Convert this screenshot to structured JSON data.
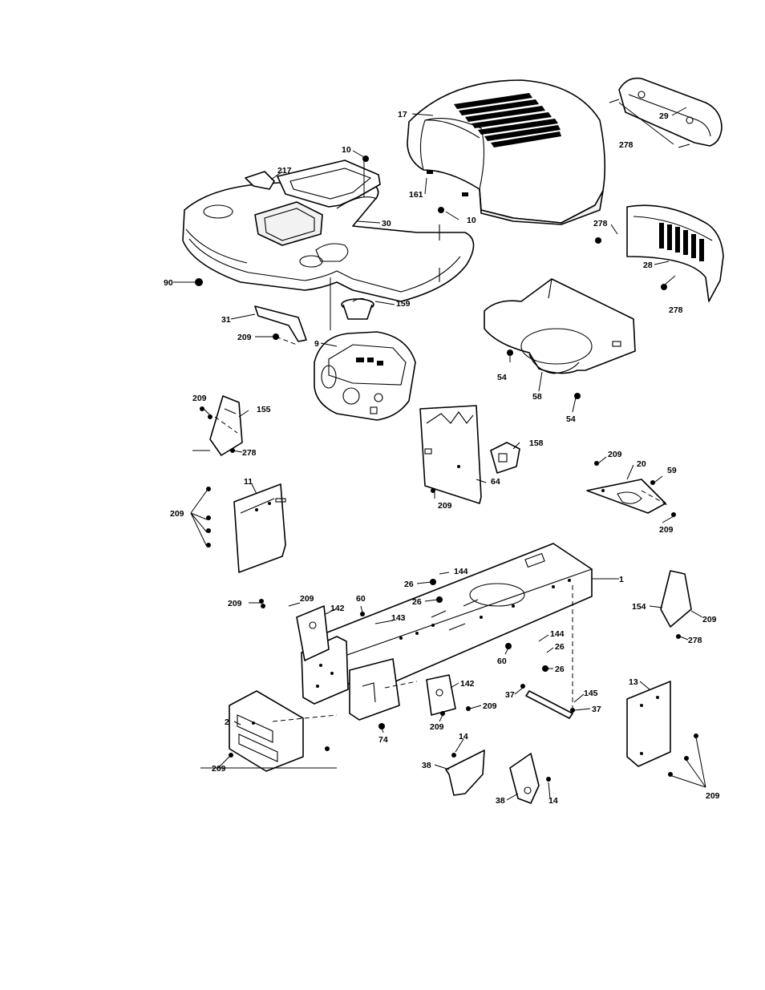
{
  "callouts": [
    {
      "id": "c17",
      "text": "17"
    },
    {
      "id": "c29",
      "text": "29"
    },
    {
      "id": "c278a",
      "text": "278"
    },
    {
      "id": "c10a",
      "text": "10"
    },
    {
      "id": "c217",
      "text": "217"
    },
    {
      "id": "c30",
      "text": "30"
    },
    {
      "id": "c161",
      "text": "161"
    },
    {
      "id": "c10b",
      "text": "10"
    },
    {
      "id": "c278b",
      "text": "278"
    },
    {
      "id": "c28",
      "text": "28"
    },
    {
      "id": "c278c",
      "text": "278"
    },
    {
      "id": "c90",
      "text": "90"
    },
    {
      "id": "c31",
      "text": "31"
    },
    {
      "id": "c159",
      "text": "159"
    },
    {
      "id": "c209a",
      "text": "209"
    },
    {
      "id": "c9",
      "text": "9"
    },
    {
      "id": "c54a",
      "text": "54"
    },
    {
      "id": "c58",
      "text": "58"
    },
    {
      "id": "c54b",
      "text": "54"
    },
    {
      "id": "c209b",
      "text": "209"
    },
    {
      "id": "c155",
      "text": "155"
    },
    {
      "id": "c278d",
      "text": "278"
    },
    {
      "id": "c158",
      "text": "158"
    },
    {
      "id": "c64",
      "text": "64"
    },
    {
      "id": "c209c",
      "text": "209"
    },
    {
      "id": "c209d",
      "text": "209"
    },
    {
      "id": "c20",
      "text": "20"
    },
    {
      "id": "c59",
      "text": "59"
    },
    {
      "id": "c209e",
      "text": "209"
    },
    {
      "id": "c11",
      "text": "11"
    },
    {
      "id": "c209f",
      "text": "209"
    },
    {
      "id": "c1",
      "text": "1"
    },
    {
      "id": "c144a",
      "text": "144"
    },
    {
      "id": "c26a",
      "text": "26"
    },
    {
      "id": "c26b",
      "text": "26"
    },
    {
      "id": "c209g",
      "text": "209"
    },
    {
      "id": "c209h",
      "text": "209"
    },
    {
      "id": "c142a",
      "text": "142"
    },
    {
      "id": "c60a",
      "text": "60"
    },
    {
      "id": "c143",
      "text": "143"
    },
    {
      "id": "c154",
      "text": "154"
    },
    {
      "id": "c209i",
      "text": "209"
    },
    {
      "id": "c278e",
      "text": "278"
    },
    {
      "id": "c144b",
      "text": "144"
    },
    {
      "id": "c26c",
      "text": "26"
    },
    {
      "id": "c60b",
      "text": "60"
    },
    {
      "id": "c26d",
      "text": "26"
    },
    {
      "id": "c142b",
      "text": "142"
    },
    {
      "id": "c13",
      "text": "13"
    },
    {
      "id": "c37a",
      "text": "37"
    },
    {
      "id": "c145",
      "text": "145"
    },
    {
      "id": "c37b",
      "text": "37"
    },
    {
      "id": "c2",
      "text": "2"
    },
    {
      "id": "c209j",
      "text": "209"
    },
    {
      "id": "c209k",
      "text": "209"
    },
    {
      "id": "c74",
      "text": "74"
    },
    {
      "id": "c14a",
      "text": "14"
    },
    {
      "id": "c38a",
      "text": "38"
    },
    {
      "id": "c38b",
      "text": "38"
    },
    {
      "id": "c14b",
      "text": "14"
    },
    {
      "id": "c209l",
      "text": "209"
    },
    {
      "id": "c209m",
      "text": "209"
    }
  ]
}
